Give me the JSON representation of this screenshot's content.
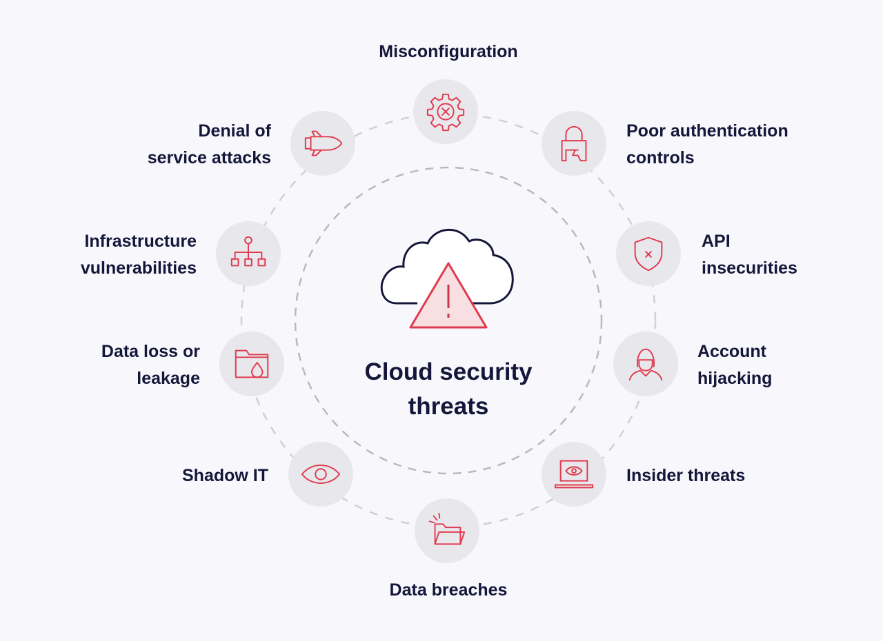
{
  "center": {
    "title_line1": "Cloud security",
    "title_line2": "threats",
    "icon": "cloud-warning-icon"
  },
  "colors": {
    "accent": "#e03a4e",
    "text": "#15173a",
    "node_bg": "#e8e8ec",
    "background": "#f8f8fc"
  },
  "threats": [
    {
      "line1": "Misconfiguration",
      "line2": "",
      "icon": "gear-x-icon"
    },
    {
      "line1": "Poor authentication",
      "line2": "controls",
      "icon": "broken-lock-icon"
    },
    {
      "line1": "API",
      "line2": "insecurities",
      "icon": "shield-x-icon"
    },
    {
      "line1": "Account",
      "line2": "hijacking",
      "icon": "hooded-hacker-icon"
    },
    {
      "line1": "Insider threats",
      "line2": "",
      "icon": "laptop-eye-icon"
    },
    {
      "line1": "Data breaches",
      "line2": "",
      "icon": "open-folder-icon"
    },
    {
      "line1": "Shadow IT",
      "line2": "",
      "icon": "eye-icon"
    },
    {
      "line1": "Data loss or",
      "line2": "leakage",
      "icon": "folder-drop-icon"
    },
    {
      "line1": "Infrastructure",
      "line2": "vulnerabilities",
      "icon": "hierarchy-icon"
    },
    {
      "line1": "Denial of",
      "line2": "service attacks",
      "icon": "blimp-icon"
    }
  ]
}
